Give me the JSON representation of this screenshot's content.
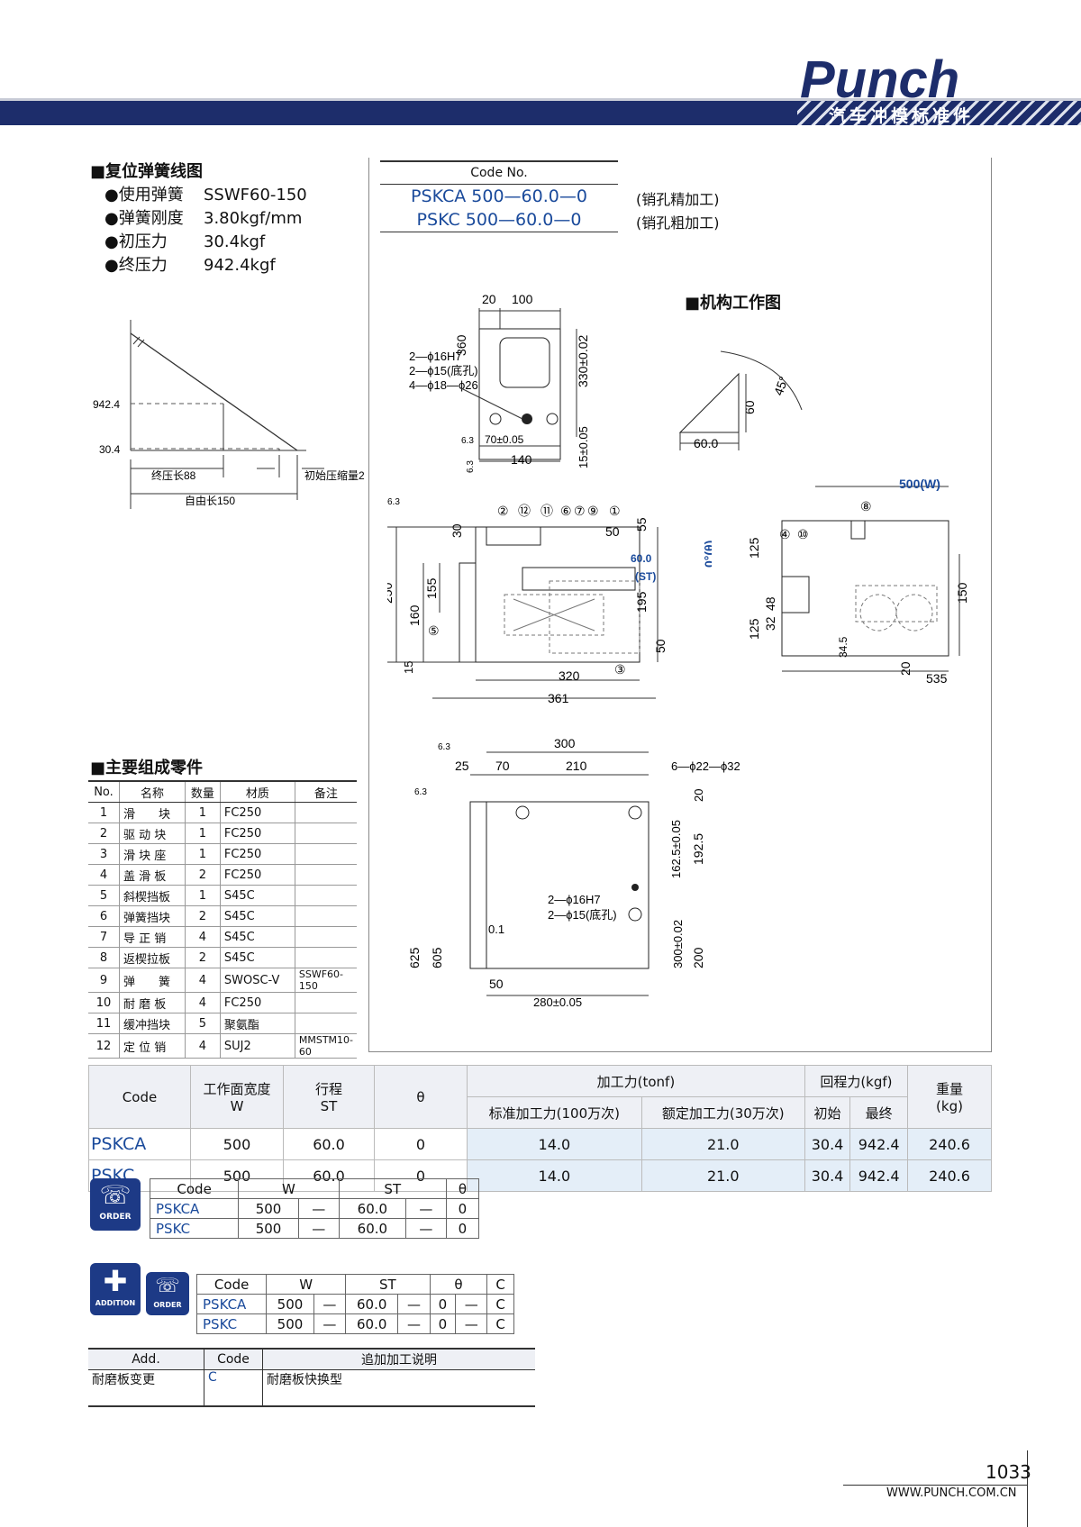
{
  "brand": {
    "logo_text": "Punch",
    "slogan": "汽车冲模标准件"
  },
  "spring": {
    "title": "■复位弹簧线图",
    "rows": [
      {
        "k": "●使用弹簧",
        "v": "SSWF60-150"
      },
      {
        "k": "●弹簧刚度",
        "v": "3.80kgf/mm"
      },
      {
        "k": "●初压力",
        "v": "30.4kgf"
      },
      {
        "k": "●终压力",
        "v": "942.4kgf"
      }
    ],
    "graph": {
      "y_high": "942.4",
      "y_low": "30.4",
      "label_final": "终压长88",
      "label_initial": "初始压缩量2",
      "label_free": "自由长150"
    }
  },
  "code_no": {
    "header": "Code No.",
    "items": [
      {
        "code": "PSKCA 500—60.0—0",
        "note": "(销孔精加工)"
      },
      {
        "code": "PSKC 500—60.0—0",
        "note": "(销孔粗加工)"
      }
    ]
  },
  "mechanism_title": "■机构工作图",
  "drawing_labels": {
    "top_view": [
      "20",
      "100",
      "360",
      "330±0.02",
      "2—ϕ16H7",
      "2—ϕ15(底孔)",
      "4—ϕ18—ϕ26",
      "70±0.05",
      "140",
      "15±0.05",
      "6.3"
    ],
    "angle": [
      "60",
      "45°",
      "60.0"
    ],
    "front": [
      "250",
      "160",
      "155",
      "30",
      "55",
      "50",
      "195",
      "50",
      "320",
      "361",
      "15",
      "60.0",
      "(ST)",
      "0°(θ)",
      "6.3"
    ],
    "callouts_front": [
      "②",
      "⑫",
      "⑪",
      "⑥",
      "⑦",
      "⑨",
      "①",
      "⑤",
      "③"
    ],
    "side": [
      "500(W)",
      "125",
      "125",
      "48",
      "32",
      "150",
      "34.5",
      "20",
      "535",
      "⑧",
      "④",
      "⑩"
    ],
    "bottom": [
      "300",
      "25",
      "70",
      "210",
      "6—ϕ22—ϕ32",
      "20",
      "162.5±0.05",
      "192.5",
      "2—ϕ16H7",
      "2—ϕ15(底孔)",
      "0.1",
      "625",
      "605",
      "300±0.02",
      "200",
      "50",
      "280±0.05",
      "6.3",
      "6.3"
    ]
  },
  "parts": {
    "title": "■主要组成零件",
    "headers": [
      "No.",
      "名称",
      "数量",
      "材质",
      "备注"
    ],
    "rows": [
      [
        "1",
        "滑　　块",
        "1",
        "FC250",
        ""
      ],
      [
        "2",
        "驱 动 块",
        "1",
        "FC250",
        ""
      ],
      [
        "3",
        "滑 块 座",
        "1",
        "FC250",
        ""
      ],
      [
        "4",
        "盖 滑 板",
        "2",
        "FC250",
        ""
      ],
      [
        "5",
        "斜楔挡板",
        "1",
        "S45C",
        ""
      ],
      [
        "6",
        "弹簧挡块",
        "2",
        "S45C",
        ""
      ],
      [
        "7",
        "导 正 销",
        "4",
        "S45C",
        ""
      ],
      [
        "8",
        "返楔拉板",
        "2",
        "S45C",
        ""
      ],
      [
        "9",
        "弹　　簧",
        "4",
        "SWOSC-V",
        "SSWF60-150"
      ],
      [
        "10",
        "耐 磨 板",
        "4",
        "FC250",
        ""
      ],
      [
        "11",
        "缓冲挡块",
        "5",
        "聚氨酯",
        ""
      ],
      [
        "12",
        "定 位 销",
        "4",
        "SUJ2",
        "MMSTM10-60"
      ]
    ]
  },
  "spec_table": {
    "h_code": "Code",
    "h_w": "工作面宽度",
    "h_w2": "W",
    "h_st": "行程",
    "h_st2": "ST",
    "h_theta": "θ",
    "h_force": "加工力(tonf)",
    "h_force_std": "标准加工力(100万次)",
    "h_force_rated": "额定加工力(30万次)",
    "h_return": "回程力(kgf)",
    "h_ret_init": "初始",
    "h_ret_final": "最终",
    "h_weight": "重量",
    "h_weight2": "(kg)",
    "rows": [
      {
        "code": "PSKCA",
        "w": "500",
        "st": "60.0",
        "theta": "0",
        "std": "14.0",
        "rated": "21.0",
        "init": "30.4",
        "final": "942.4",
        "weight": "240.6"
      },
      {
        "code": "PSKC",
        "w": "500",
        "st": "60.0",
        "theta": "0",
        "std": "14.0",
        "rated": "21.0",
        "init": "30.4",
        "final": "942.4",
        "weight": "240.6"
      }
    ]
  },
  "order": {
    "icon": "ORDER",
    "headers": [
      "Code",
      "W",
      "",
      "ST",
      "",
      "θ"
    ],
    "rows": [
      [
        "PSKCA",
        "500",
        "—",
        "60.0",
        "—",
        "0"
      ],
      [
        "PSKC",
        "500",
        "—",
        "60.0",
        "—",
        "0"
      ]
    ]
  },
  "addition_order": {
    "icon_add": "ADDITION",
    "icon_order": "ORDER",
    "headers": [
      "Code",
      "W",
      "ST",
      "θ",
      "C"
    ],
    "rows": [
      [
        "PSKCA",
        "500",
        "—",
        "60.0",
        "—",
        "0",
        "—",
        "C"
      ],
      [
        "PSKC",
        "500",
        "—",
        "60.0",
        "—",
        "0",
        "—",
        "C"
      ]
    ]
  },
  "add_table": {
    "headers": [
      "Add.",
      "Code",
      "追加加工说明"
    ],
    "rows": [
      [
        "耐磨板变更",
        "C",
        "耐磨板快换型"
      ]
    ]
  },
  "footer": {
    "page": "1033",
    "url": "WWW.PUNCH.COM.CN"
  }
}
